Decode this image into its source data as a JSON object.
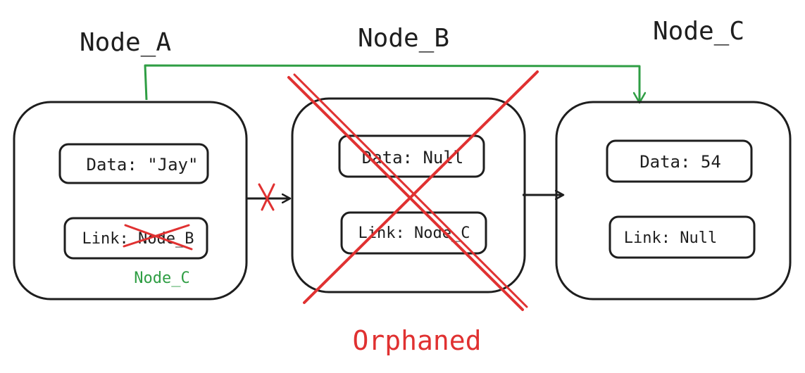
{
  "nodes": [
    {
      "title": "Node_A",
      "data_label": "Data: \"Jay\"",
      "link_label": "Link: Node_B",
      "new_link_label": "Node_C"
    },
    {
      "title": "Node_B",
      "data_label": "Data: Null",
      "link_label": "Link: Node_C"
    },
    {
      "title": "Node_C",
      "data_label": "Data: 54",
      "link_label": "Link: Null"
    }
  ],
  "status_label": "Orphaned",
  "colors": {
    "ink": "#1e1e1e",
    "red": "#e03131",
    "green": "#2f9e44"
  }
}
